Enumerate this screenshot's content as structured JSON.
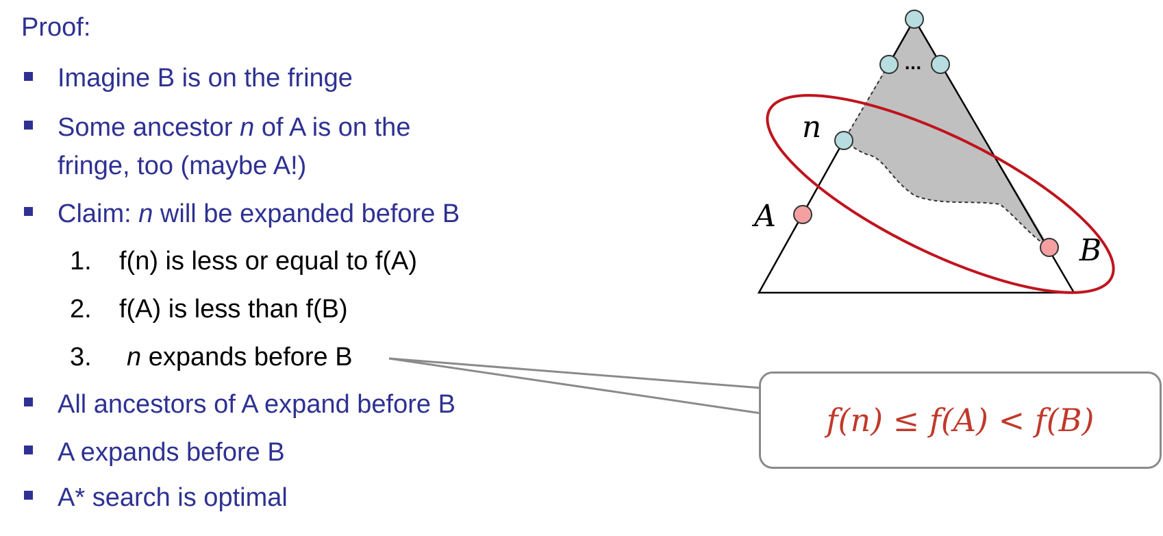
{
  "heading": "Proof:",
  "bullets_top": [
    {
      "pre": "Imagine B is on the fringe",
      "ital": "",
      "post": ""
    },
    {
      "pre": "Some ancestor ",
      "ital": "n",
      "post": " of A is on the"
    },
    {
      "pre": "fringe, too (maybe A!)",
      "ital": "",
      "post": ""
    },
    {
      "pre": "Claim: ",
      "ital": "n",
      "post": " will be expanded before B"
    }
  ],
  "numbered": [
    {
      "num": "1.",
      "ital": "",
      "text": "f(n) is less or equal to f(A)"
    },
    {
      "num": "2.",
      "ital": "",
      "text": "f(A) is less than f(B)"
    },
    {
      "num": "3.",
      "ital": "n",
      "text": " expands before B"
    }
  ],
  "bullets_bottom": [
    "All ancestors of A expand before B",
    "A expands before B",
    "A* search is optimal"
  ],
  "diagram": {
    "label_n": "n",
    "label_a": "A",
    "label_b": "B",
    "ellipsis": "...",
    "colors": {
      "blue_node": "#b7dde0",
      "red_node": "#f4a0a0",
      "shade": "#c0c0c0",
      "ellipse": "#c0141e",
      "callout_text": "#c0392b"
    }
  },
  "callout": "f(n) ≤ f(A) < f(B)"
}
